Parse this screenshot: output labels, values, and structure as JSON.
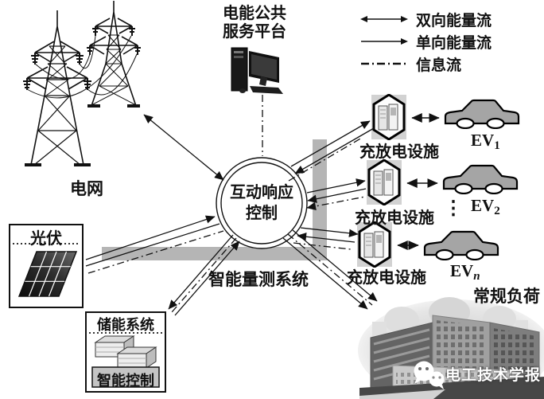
{
  "diagram": {
    "platform": {
      "line1": "电能公共",
      "line2": "服务平台"
    },
    "legend": [
      {
        "id": "bidirectional-energy-flow",
        "label": "双向能量流"
      },
      {
        "id": "unidirectional-energy-flow",
        "label": "单向能量流"
      },
      {
        "id": "information-flow",
        "label": "信息流"
      }
    ],
    "grid": {
      "label": "电网"
    },
    "control": {
      "line1": "互动响应",
      "line2": "控制"
    },
    "pv": {
      "label": "光伏"
    },
    "storage": {
      "label": "储能系统",
      "inner_label": "智能控制"
    },
    "metering": {
      "label": "智能量测系统"
    },
    "facilities": [
      {
        "label": "充放电设施"
      },
      {
        "label": "充放电设施"
      },
      {
        "label": "充放电设施"
      }
    ],
    "evs": [
      {
        "base": "EV",
        "sub": "1"
      },
      {
        "base": "EV",
        "sub": "2"
      },
      {
        "base": "EV",
        "sub": "n"
      }
    ],
    "ellipsis": "⋮",
    "load": {
      "label": "常规负荷"
    },
    "watermark": {
      "label": "电工技术学报"
    }
  },
  "colors": {
    "line": "#111111",
    "bar_gray": "#b5b5b5",
    "car_gray": "#a5a5a5",
    "panel_dark": "#101010",
    "background": "#ffffff"
  }
}
